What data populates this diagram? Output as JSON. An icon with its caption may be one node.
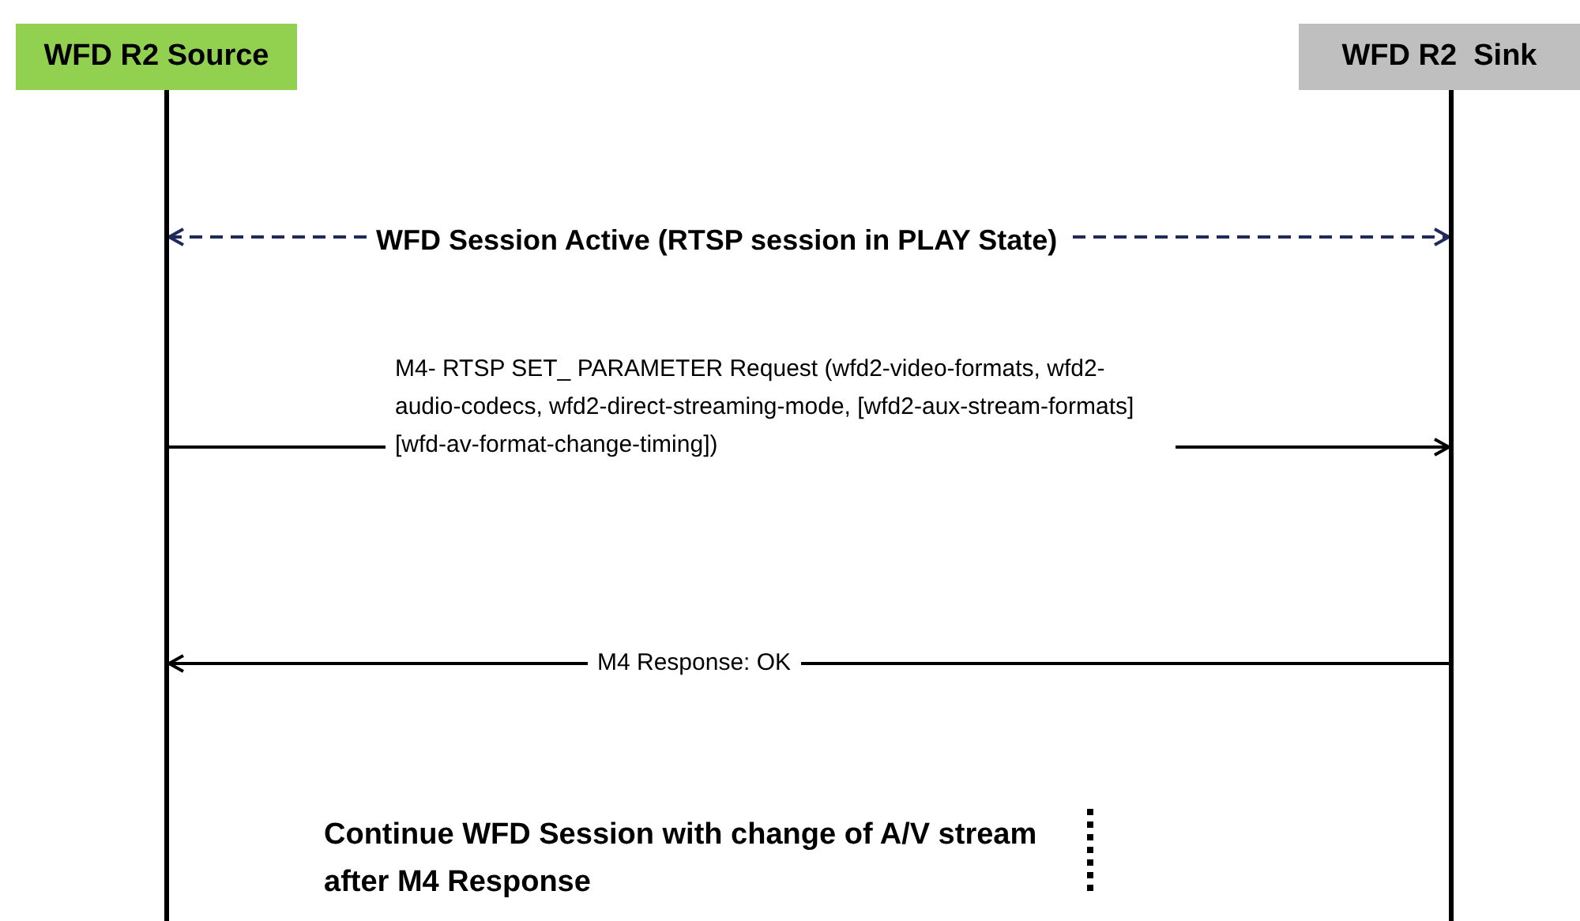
{
  "diagram": {
    "nodes": [
      {
        "text": [
          "WFD R2 Source"
        ]
      },
      {
        "text": [
          "WFD R2  Sink"
        ]
      },
      {
        "text": [],
        "shape": "bar"
      },
      {
        "text": [],
        "shape": "bar"
      }
    ],
    "edges": [
      {
        "from": 2,
        "to": 3,
        "arrow": "both",
        "style": "dashed",
        "color": "#1f2a5a",
        "label": "WFD Session Active (RTSP session in PLAY State)"
      },
      {
        "from": 2,
        "to": 3,
        "arrow": "to",
        "label": "M4- RTSP SET_ PARAMETER Request (wfd2-video-formats, wfd2-audio-codecs, wfd2-direct-streaming-mode,  [wfd2-aux-stream-formats] [wfd-av-format-change-timing])"
      },
      {
        "from": 3,
        "to": 2,
        "arrow": "to",
        "label": "M4 Response: OK"
      }
    ],
    "labels": [
      "Continue WFD Session with change of A/V stream after M4 Response"
    ]
  }
}
